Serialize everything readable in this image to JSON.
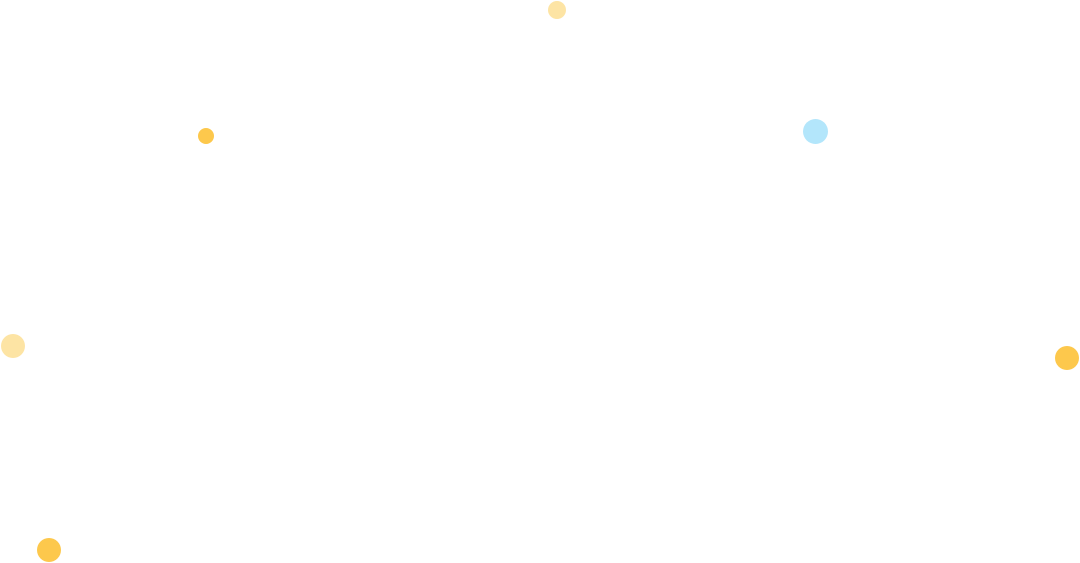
{
  "colors": {
    "background": "#ffffff",
    "amber": "#fdc84c",
    "amber_light": "#fde4a4",
    "sky_blue": "#b3e6fb"
  },
  "decorations": [
    {
      "name": "dot-1",
      "color": "#fde4a4"
    },
    {
      "name": "dot-2",
      "color": "#fdc84c"
    },
    {
      "name": "dot-3",
      "color": "#b3e6fb"
    },
    {
      "name": "dot-4",
      "color": "#fde4a4"
    },
    {
      "name": "dot-5",
      "color": "#fdc84c"
    },
    {
      "name": "dot-6",
      "color": "#fdc84c"
    }
  ]
}
